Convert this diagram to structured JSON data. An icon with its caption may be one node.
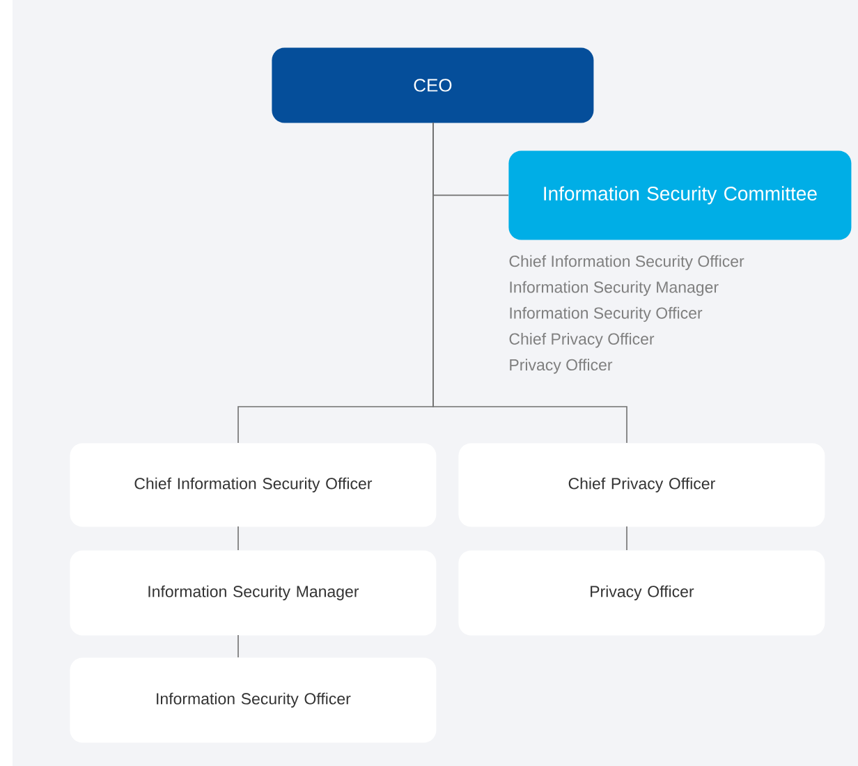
{
  "diagram": {
    "nodes": [
      {
        "text": [
          "CEO"
        ]
      },
      {
        "text": [
          "Information Security Committee"
        ],
        "beside": [
          "Chief Information Security Officer",
          "Information Security Manager",
          "Information Security Officer",
          "Chief Privacy Officer",
          "Privacy Officer"
        ]
      },
      {
        "text": [
          "Chief Information Security Officer"
        ]
      },
      {
        "text": [
          "Information Security Manager"
        ]
      },
      {
        "text": [
          "Information Security Officer"
        ]
      },
      {
        "text": [
          "Chief Privacy Officer"
        ]
      },
      {
        "text": [
          "Privacy Officer"
        ]
      }
    ],
    "edges": [
      {
        "from": 0,
        "to": 1,
        "arrow": "none"
      },
      {
        "from": 0,
        "to": 2,
        "arrow": "none"
      },
      {
        "from": 0,
        "to": 5,
        "arrow": "none"
      },
      {
        "from": 2,
        "to": 3,
        "arrow": "none"
      },
      {
        "from": 3,
        "to": 4,
        "arrow": "none"
      },
      {
        "from": 5,
        "to": 6,
        "arrow": "none"
      }
    ]
  }
}
